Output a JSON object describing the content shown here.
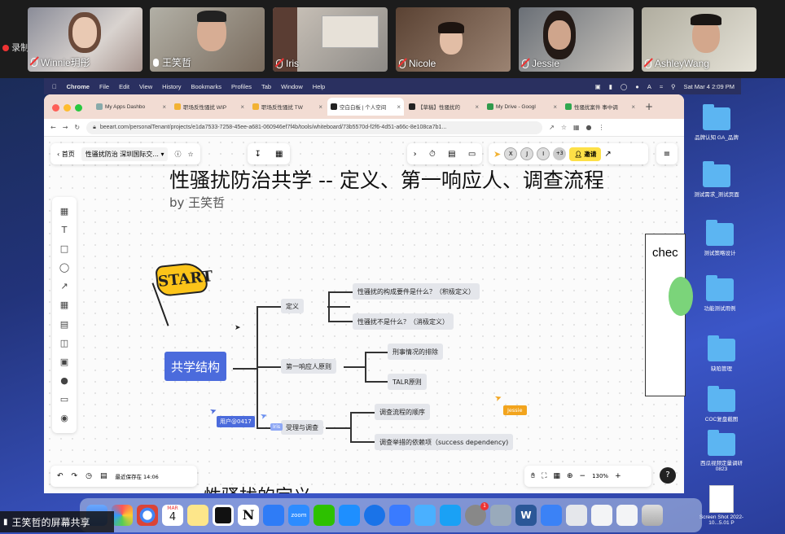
{
  "meeting": {
    "recording_label": "录制中",
    "participants": [
      {
        "name": "Winnie玥彤",
        "muted": true
      },
      {
        "name": "王笑哲",
        "muted": false
      },
      {
        "name": "Iris",
        "muted": true
      },
      {
        "name": "Nicole",
        "muted": true
      },
      {
        "name": "Jessie",
        "muted": true
      },
      {
        "name": "AshleyWang",
        "muted": true
      }
    ],
    "share_label": "王笑哲的屏幕共享"
  },
  "menubar": {
    "app": "Chrome",
    "items": [
      "File",
      "Edit",
      "View",
      "History",
      "Bookmarks",
      "Profiles",
      "Tab",
      "Window",
      "Help"
    ],
    "clock": "Sat Mar 4  2:09 PM"
  },
  "browser": {
    "tabs": [
      {
        "label": "My Apps Dashbo",
        "color": "#8aa"
      },
      {
        "label": "职场反性骚扰 WIP",
        "color": "#f2b233"
      },
      {
        "label": "职场反性骚扰 TW",
        "color": "#f2b233"
      },
      {
        "label": "空白白板 | 个人空间",
        "color": "#222"
      },
      {
        "label": "【草稿】性骚扰的",
        "color": "#222"
      },
      {
        "label": "My Drive - Googl",
        "color": "#2f9a4c"
      },
      {
        "label": "性骚扰案件 事中调",
        "color": "#2fa84f"
      }
    ],
    "url": "beeart.com/personalTenant/projects/e1da7533-7258-45ee-a681-060946ef7f4b/tools/whiteboard/73b5570d-f2f6-4d51-a66c-8e108ca7b1..."
  },
  "whiteboard": {
    "home_label": "首页",
    "doc_name": "性骚扰防治 深圳国际交...",
    "invite_label": "邀请",
    "avatars": [
      "X",
      "J",
      "I"
    ],
    "avatar_more": "+3",
    "title": "性骚扰防治共学 -- 定义、第一响应人、调查流程",
    "byline": "by 王笑哲",
    "sticker_text": "START",
    "root": "共学结构",
    "branches": [
      {
        "label": "定义",
        "children": [
          "性骚扰的构成要件是什么？（积极定义）",
          "性骚扰不是什么？（消极定义）"
        ]
      },
      {
        "label": "第一响应人原则",
        "children": [
          "刑事情况的排除",
          "TALR原则"
        ]
      },
      {
        "label": "受理与调查",
        "children": [
          "调查流程的顺序",
          "调查举措的依赖项（success dependency)"
        ]
      }
    ],
    "cursors": {
      "user": "用户@0417",
      "iris": "Iris",
      "jessie": "Jessie"
    },
    "right_window_text": "chec",
    "bottom_heading": "性骚扰的定义",
    "saved_label": "最近保存在 14:06",
    "zoom": "130%",
    "help": "?"
  },
  "desktop_icons": [
    "品牌认知 GA_品牌",
    "测试需求_测试页面",
    "测试策略设计",
    "功能测试用例",
    "缺陷管理",
    "COC复盘截图",
    "西瓜视频定量调研0823",
    "Screen Shot 2022-10...5.01 P"
  ],
  "dock": {
    "calendar_month": "MAR",
    "calendar_day": "4",
    "badge": "1"
  }
}
